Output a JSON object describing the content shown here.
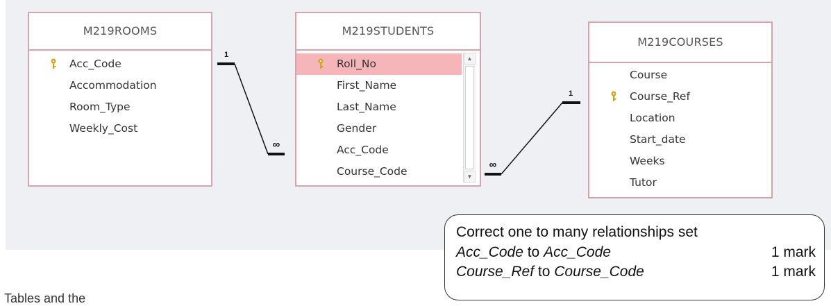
{
  "tables": {
    "rooms": {
      "title": "M219ROOMS",
      "fields": [
        "Acc_Code",
        "Accommodation",
        "Room_Type",
        "Weekly_Cost"
      ],
      "key_field_index": 0
    },
    "students": {
      "title": "M219STUDENTS",
      "fields": [
        "Roll_No",
        "First_Name",
        "Last_Name",
        "Gender",
        "Acc_Code",
        "Course_Code"
      ],
      "key_field_index": 0,
      "selected_field_index": 0
    },
    "courses": {
      "title": "M219COURSES",
      "fields": [
        "Course",
        "Course_Ref",
        "Location",
        "Start_date",
        "Weeks",
        "Tutor"
      ],
      "key_field_index": 1
    }
  },
  "relationships": [
    {
      "from": "M219ROOMS.Acc_Code",
      "to": "M219STUDENTS.Acc_Code",
      "one_label": "1",
      "many_label": "∞"
    },
    {
      "from": "M219COURSES.Course_Ref",
      "to": "M219STUDENTS.Course_Code",
      "one_label": "1",
      "many_label": "∞"
    }
  ],
  "marks_box": {
    "heading": "Correct one to many relationships set",
    "rows": [
      {
        "left": "Acc_Code",
        "connector": " to ",
        "right": "Acc_Code",
        "mark": "1 mark"
      },
      {
        "left": "Course_Ref",
        "connector": " to ",
        "right": "Course_Code",
        "mark": "1 mark"
      }
    ]
  },
  "caption": "Tables and the ",
  "colors": {
    "table_border": "#d8a3a8",
    "selected_row": "#f6b6b9",
    "key_icon": "#d4a017",
    "canvas": "#eef0f3"
  }
}
